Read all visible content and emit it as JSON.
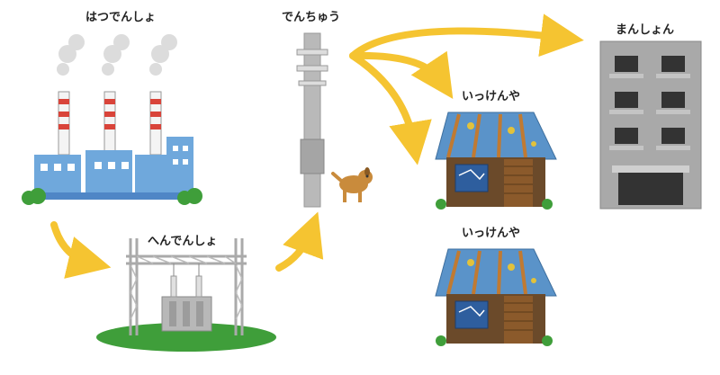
{
  "labels": {
    "power_plant": "はつでんしょ",
    "substation": "へんでんしょ",
    "utility_pole": "でんちゅう",
    "house_top": "いっけんや",
    "house_bottom": "いっけんや",
    "mansion": "まんしょん"
  },
  "colors": {
    "arrow": "#f5c431",
    "factory_blue": "#6fa8dc",
    "chimney_red": "#d9443a",
    "grass": "#3f9e3a",
    "building_gray": "#a9a9a9"
  }
}
